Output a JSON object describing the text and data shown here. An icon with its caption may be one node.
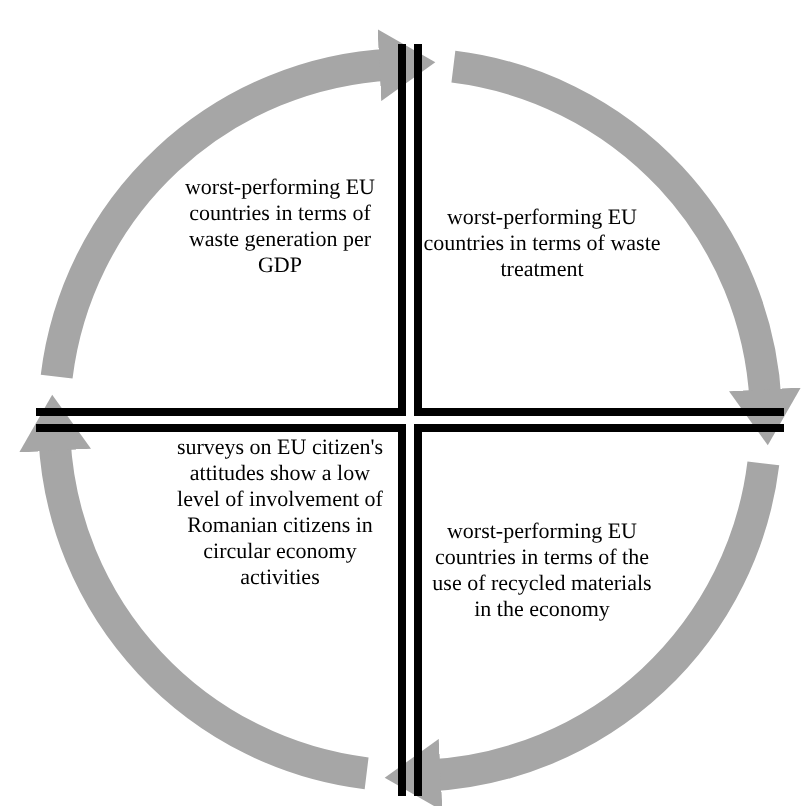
{
  "diagram": {
    "nodes": [
      {
        "text": [
          "worst-performing EU countries in terms of waste generation per GDP"
        ]
      },
      {
        "text": [
          "worst-performing EU countries in terms of waste treatment"
        ]
      },
      {
        "text": [
          "worst-performing EU countries in terms of the use of recycled materials in the economy"
        ]
      },
      {
        "text": [
          "surveys on EU citizen's attitudes show a low level of involvement of Romanian citizens in circular economy activities"
        ]
      }
    ],
    "edges": [
      {
        "from": 0,
        "to": 1,
        "arrow": "to"
      },
      {
        "from": 1,
        "to": 2,
        "arrow": "to"
      },
      {
        "from": 2,
        "to": 3,
        "arrow": "to"
      },
      {
        "from": 3,
        "to": 0,
        "arrow": "to"
      }
    ]
  }
}
